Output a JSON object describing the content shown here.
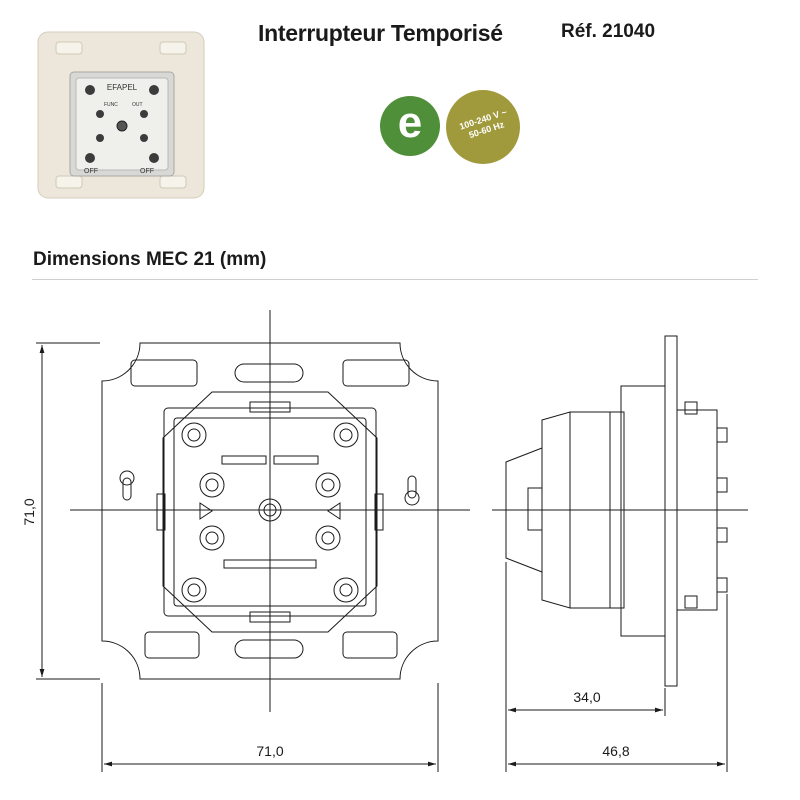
{
  "header": {
    "title": "Interrupteur Temporisé",
    "ref": "Réf. 21040"
  },
  "badges": {
    "eco": "e",
    "voltage_line1": "100-240 V ~",
    "voltage_line2": "50-60 Hz"
  },
  "photo": {
    "brand": "EFAPEL",
    "func_label": "FUNC",
    "out_label": "OUT",
    "off_left": "OFF",
    "off_right": "OFF"
  },
  "section": {
    "title": "Dimensions MEC 21 (mm)"
  },
  "dimensions": {
    "front_height": "71,0",
    "front_width": "71,0",
    "side_depth_body": "34,0",
    "side_depth_total": "46,8"
  },
  "colors": {
    "eco_green": "#4f8f3a",
    "voltage_olive": "#a19a3c",
    "line": "#1a1a1a"
  }
}
